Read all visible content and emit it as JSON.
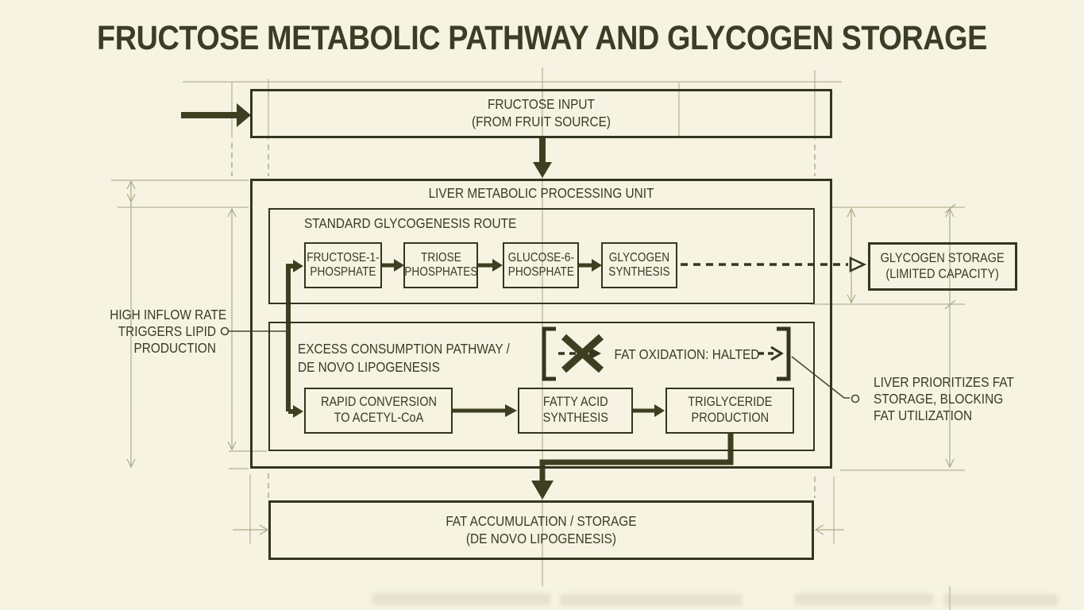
{
  "title": "FRUCTOSE METABOLIC PATHWAY AND GLYCOGEN STORAGE",
  "colors": {
    "background": "#f6f3e3",
    "line_dark": "#33361e",
    "text_dark": "#383b24",
    "construction_line": "#a3a37f"
  },
  "input_box": {
    "line1": "FRUCTOSE INPUT",
    "line2": "(FROM FRUIT SOURCE)"
  },
  "liver_unit": {
    "title": "LIVER METABOLIC PROCESSING UNIT",
    "glycogenesis": {
      "label": "STANDARD GLYCOGENESIS ROUTE",
      "steps": [
        {
          "line1": "FRUCTOSE-1-",
          "line2": "PHOSPHATE"
        },
        {
          "line1": "TRIOSE",
          "line2": "PHOSPHATES"
        },
        {
          "line1": "GLUCOSE-6-",
          "line2": "PHOSPHATE"
        },
        {
          "line1": "GLYCOGEN",
          "line2": "SYNTHESIS"
        }
      ]
    },
    "lipogenesis": {
      "label_line1": "EXCESS CONSUMPTION PATHWAY /",
      "label_line2": "DE NOVO LIPOGENESIS",
      "halted_label": "FAT OXIDATION: HALTED",
      "steps": [
        {
          "line1": "RAPID CONVERSION",
          "line2": "TO ACETYL-CoA"
        },
        {
          "line1": "FATTY ACID",
          "line2": "SYNTHESIS"
        },
        {
          "line1": "TRIGLYCERIDE",
          "line2": "PRODUCTION"
        }
      ]
    }
  },
  "glycogen_storage": {
    "line1": "GLYCOGEN STORAGE",
    "line2": "(LIMITED CAPACITY)"
  },
  "fat_storage": {
    "line1": "FAT ACCUMULATION / STORAGE",
    "line2": "(DE NOVO LIPOGENESIS)"
  },
  "annotations": {
    "left": {
      "line1": "HIGH INFLOW RATE",
      "line2": "TRIGGERS LIPID",
      "line3": "PRODUCTION"
    },
    "right": {
      "line1": "LIVER PRIORITIZES FAT",
      "line2": "STORAGE, BLOCKING",
      "line3": "FAT UTILIZATION"
    }
  }
}
